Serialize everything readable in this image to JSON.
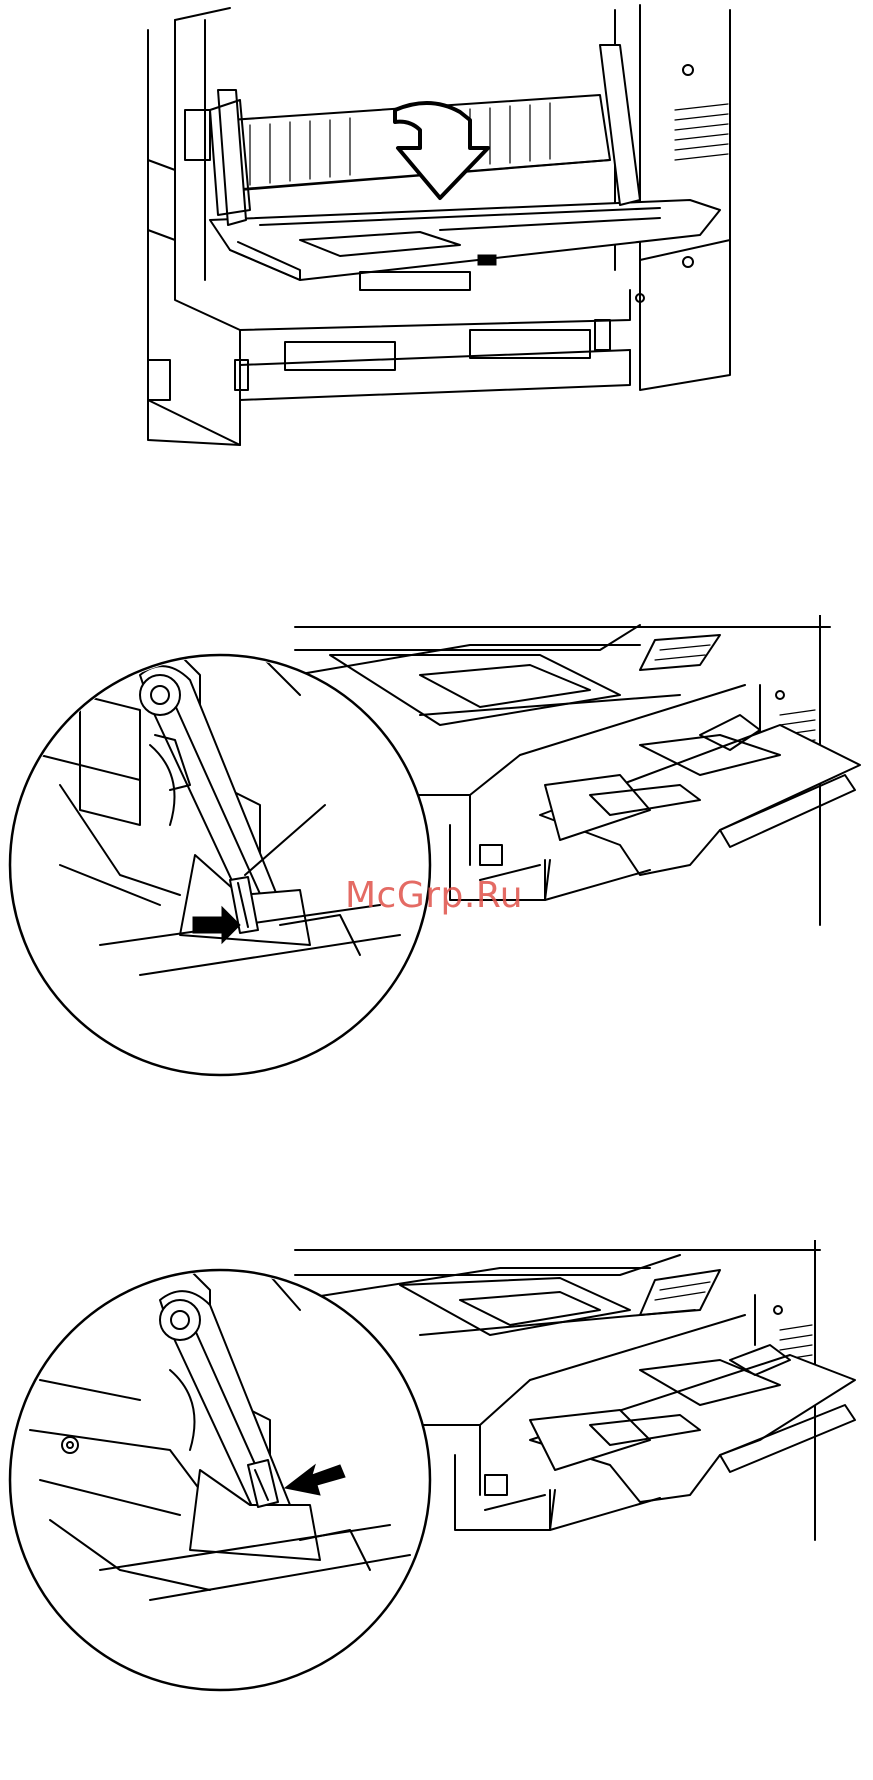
{
  "watermark": {
    "text": "McGrp.Ru",
    "color": "#e0524a"
  },
  "figures": [
    {
      "name": "printer-rear-cover-open",
      "icon": "down-arrow-icon"
    },
    {
      "name": "manual-feed-tray-lever-detail-1",
      "icon": "push-arrow-icon"
    },
    {
      "name": "manual-feed-tray-lever-detail-2",
      "icon": "push-arrow-icon"
    }
  ]
}
